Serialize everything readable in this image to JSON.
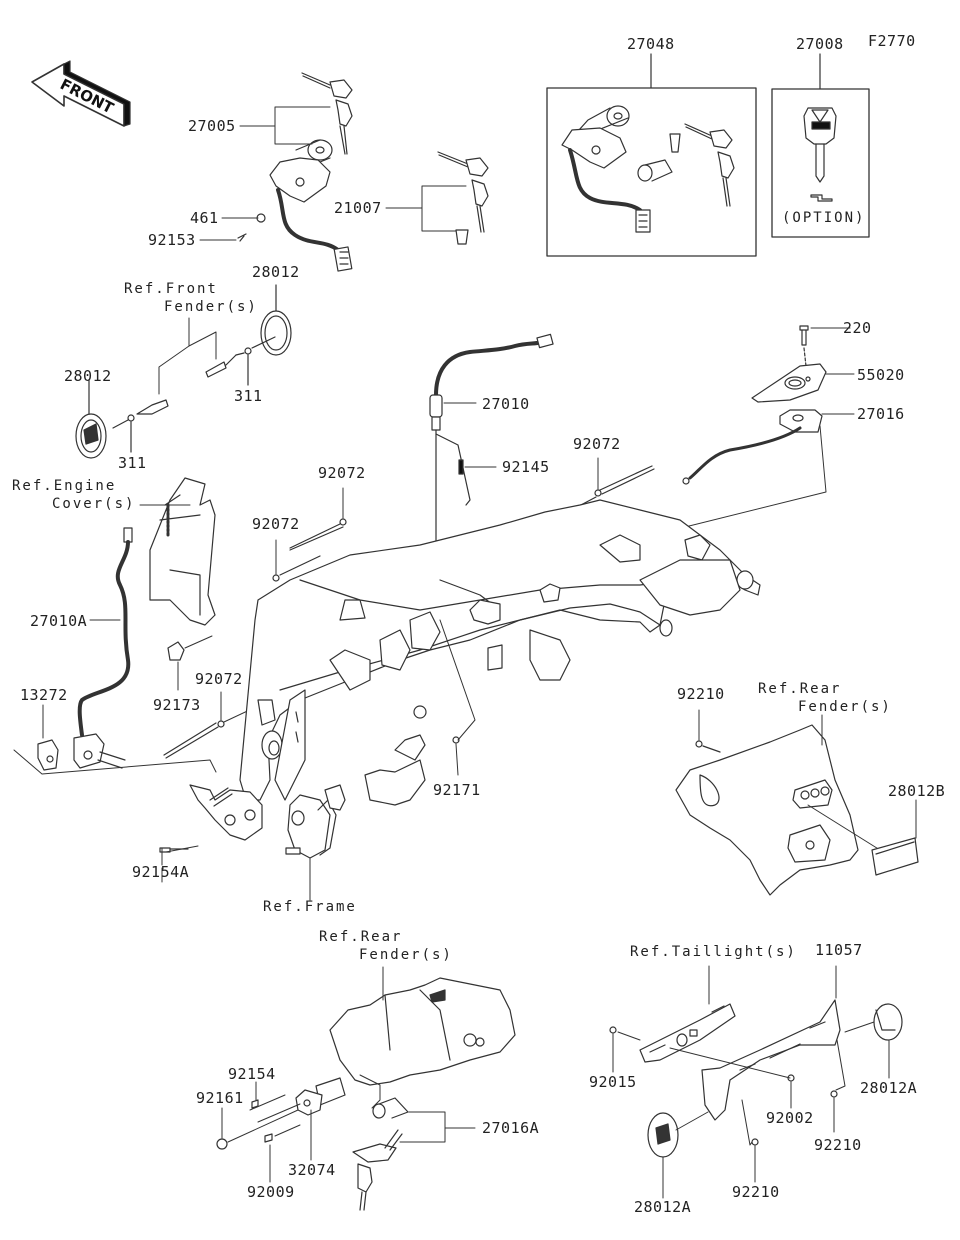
{
  "diagram": {
    "figure_id": "F2770",
    "front_indicator": "FRONT",
    "option_note": "(OPTION)",
    "parts": [
      {
        "id": "p27005",
        "label": "27005"
      },
      {
        "id": "p461",
        "label": "461"
      },
      {
        "id": "p92153",
        "label": "92153"
      },
      {
        "id": "p21007",
        "label": "21007"
      },
      {
        "id": "p27048",
        "label": "27048"
      },
      {
        "id": "p27008",
        "label": "27008"
      },
      {
        "id": "p28012-top",
        "label": "28012"
      },
      {
        "id": "p28012-left",
        "label": "28012"
      },
      {
        "id": "p311-top",
        "label": "311"
      },
      {
        "id": "p311-left",
        "label": "311"
      },
      {
        "id": "p27010",
        "label": "27010"
      },
      {
        "id": "p92145",
        "label": "92145"
      },
      {
        "id": "p220",
        "label": "220"
      },
      {
        "id": "p55020",
        "label": "55020"
      },
      {
        "id": "p27016",
        "label": "27016"
      },
      {
        "id": "p92072-a",
        "label": "92072"
      },
      {
        "id": "p92072-b",
        "label": "92072"
      },
      {
        "id": "p92072-c",
        "label": "92072"
      },
      {
        "id": "p92072-d",
        "label": "92072"
      },
      {
        "id": "p27010A",
        "label": "27010A"
      },
      {
        "id": "p92173",
        "label": "92173"
      },
      {
        "id": "p13272",
        "label": "13272"
      },
      {
        "id": "p92154A",
        "label": "92154A"
      },
      {
        "id": "p92171",
        "label": "92171"
      },
      {
        "id": "p92210-a",
        "label": "92210"
      },
      {
        "id": "p28012B",
        "label": "28012B"
      },
      {
        "id": "p92154",
        "label": "92154"
      },
      {
        "id": "p92161",
        "label": "92161"
      },
      {
        "id": "p32074",
        "label": "32074"
      },
      {
        "id": "p92009",
        "label": "92009"
      },
      {
        "id": "p27016A",
        "label": "27016A"
      },
      {
        "id": "p11057",
        "label": "11057"
      },
      {
        "id": "p92015",
        "label": "92015"
      },
      {
        "id": "p92002",
        "label": "92002"
      },
      {
        "id": "p92210-b",
        "label": "92210"
      },
      {
        "id": "p92210-c",
        "label": "92210"
      },
      {
        "id": "p28012A-right",
        "label": "28012A"
      },
      {
        "id": "p28012A-left",
        "label": "28012A"
      }
    ],
    "references": [
      {
        "id": "ref-front-fender",
        "line1": "Ref.Front",
        "line2": "Fender(s)"
      },
      {
        "id": "ref-engine-cover",
        "line1": "Ref.Engine",
        "line2": "Cover(s)"
      },
      {
        "id": "ref-rear-fender-mid",
        "line1": "Ref.Rear",
        "line2": "Fender(s)"
      },
      {
        "id": "ref-frame",
        "line1": "Ref.Frame",
        "line2": ""
      },
      {
        "id": "ref-rear-fender-low",
        "line1": "Ref.Rear",
        "line2": "Fender(s)"
      },
      {
        "id": "ref-taillight",
        "line1": "Ref.Taillight(s)",
        "line2": ""
      }
    ]
  }
}
